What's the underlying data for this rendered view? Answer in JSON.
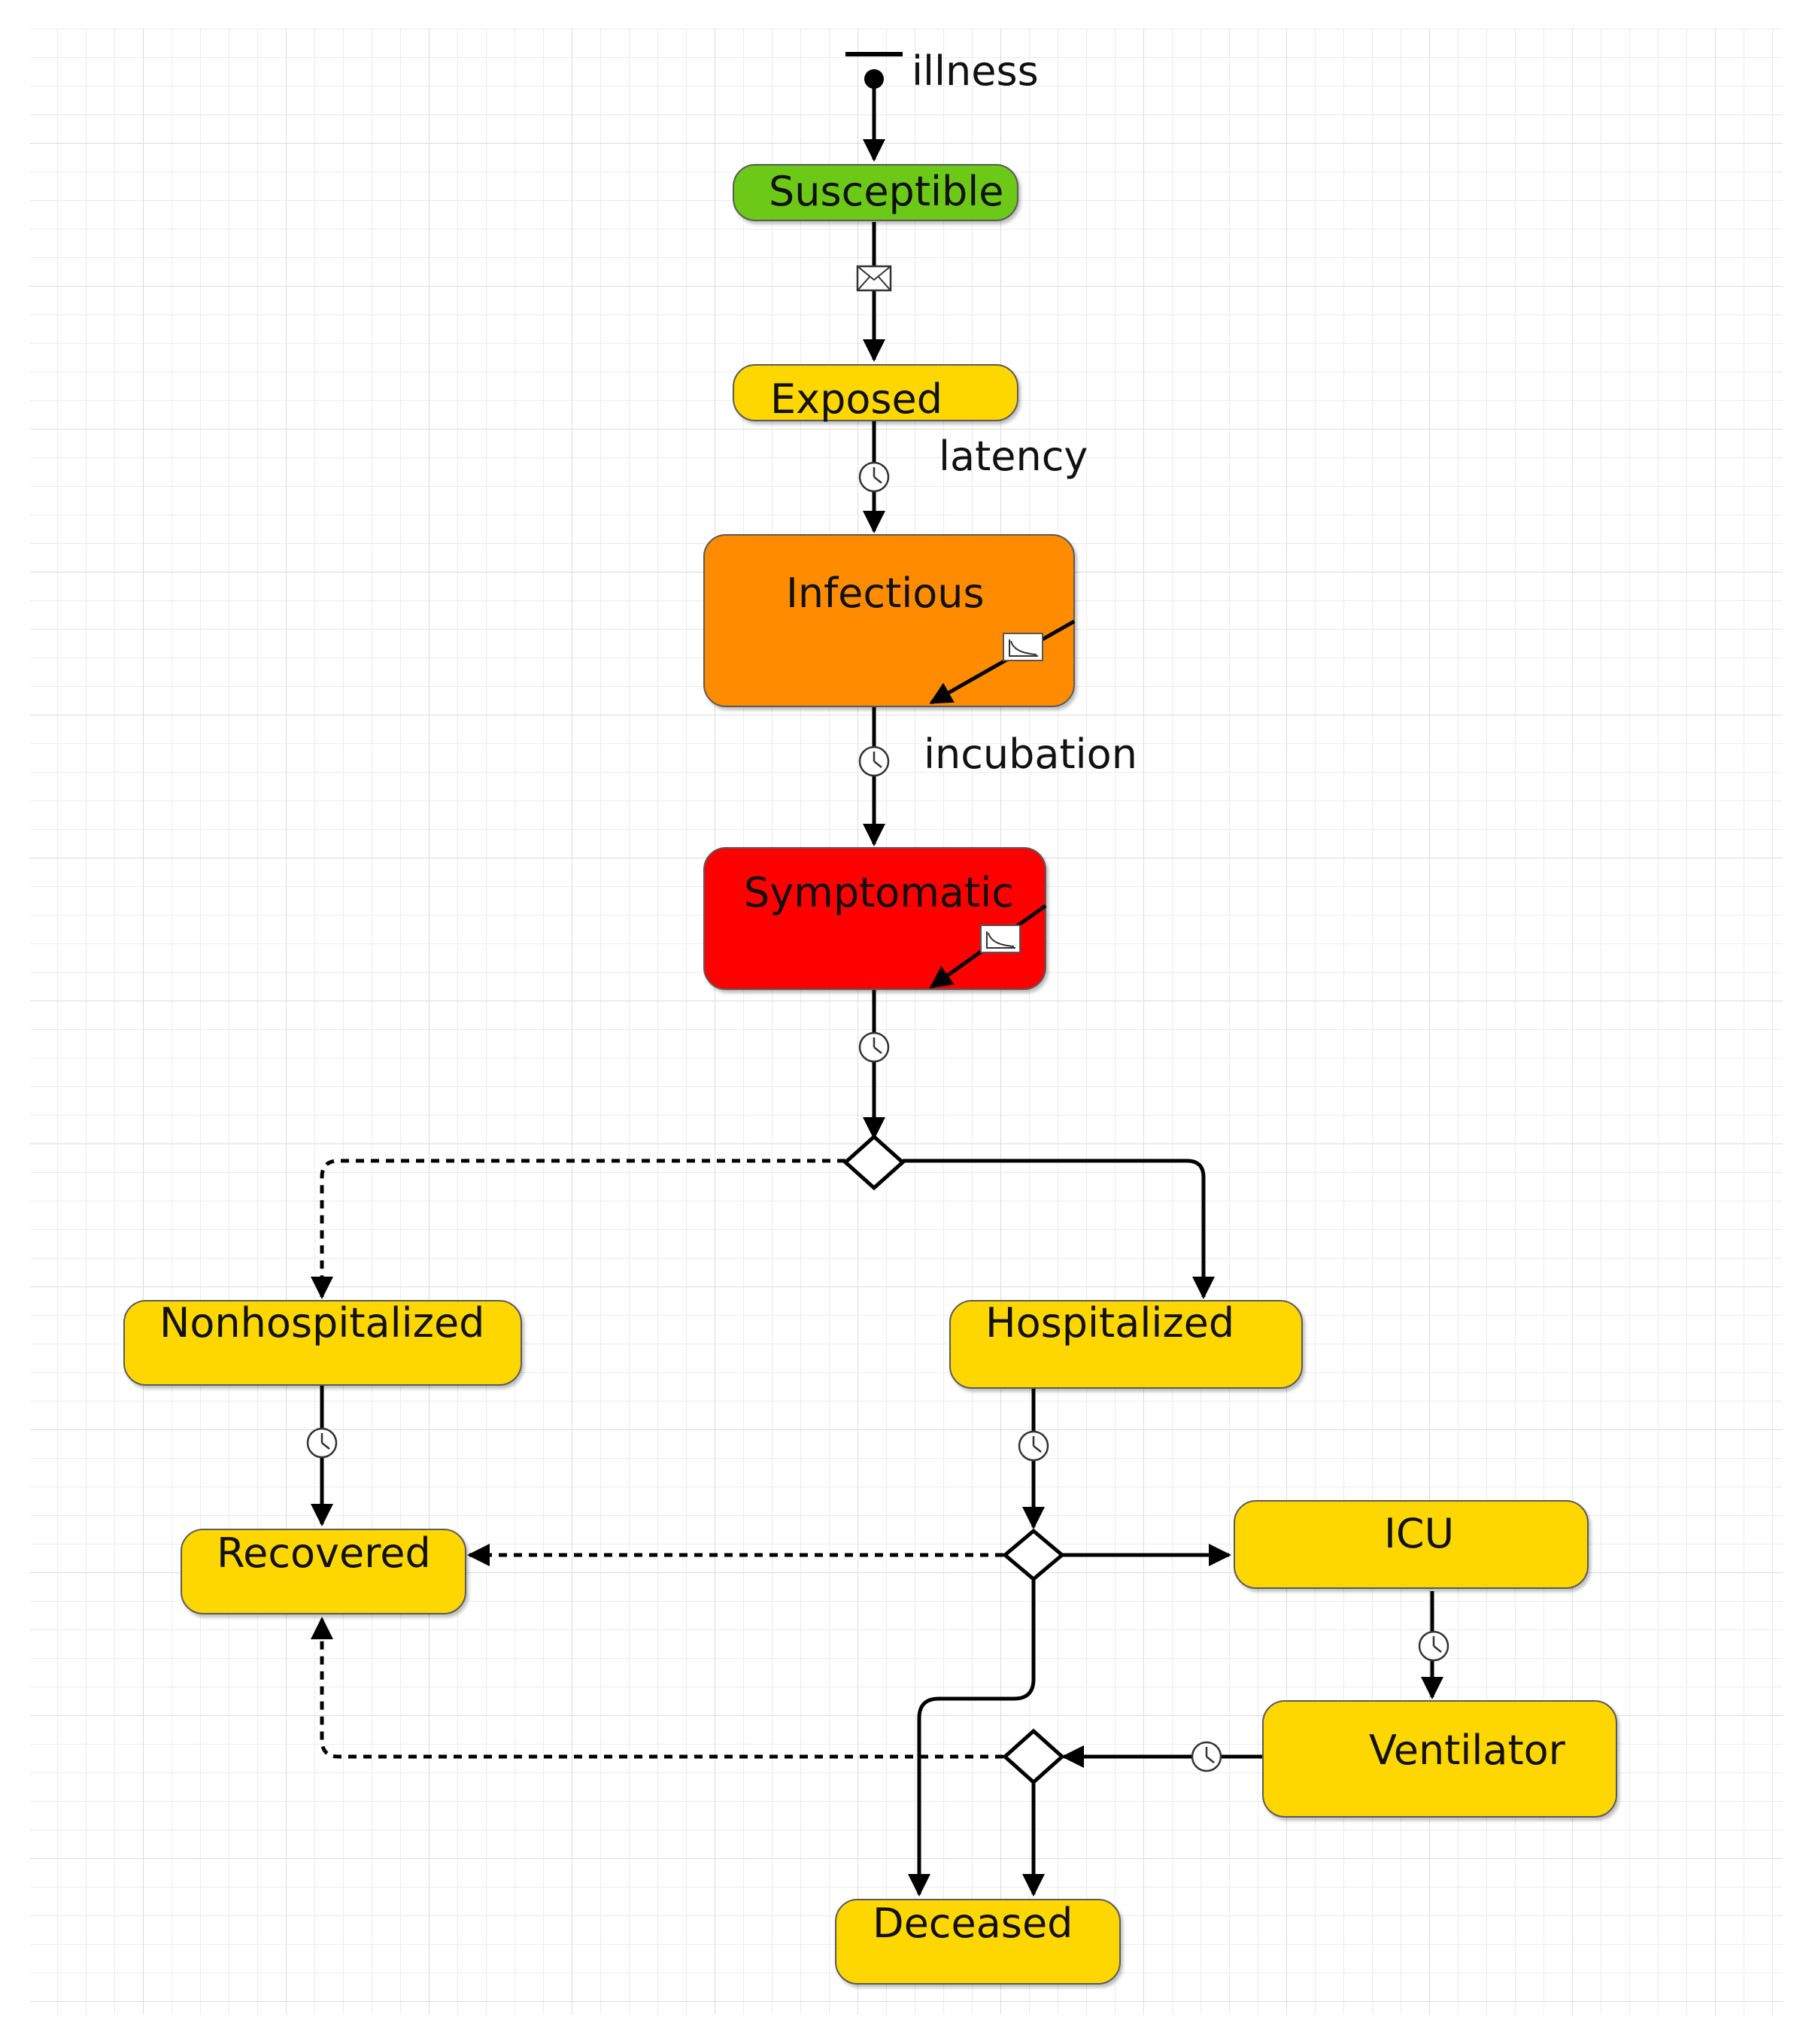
{
  "diagram": {
    "start_label": "illness",
    "states": {
      "susceptible": "Susceptible",
      "exposed": "Exposed",
      "infectious": "Infectious",
      "symptomatic": "Symptomatic",
      "nonhospitalized": "Nonhospitalized",
      "hospitalized": "Hospitalized",
      "recovered": "Recovered",
      "icu": "ICU",
      "ventilator": "Ventilator",
      "deceased": "Deceased"
    },
    "transitions": {
      "latency": "latency",
      "incubation": "incubation"
    },
    "colors": {
      "susceptible": "#6cc917",
      "default_state": "#ffd700",
      "infectious": "#ff8c00",
      "symptomatic": "#ff0000",
      "grid": "#e3e3e3"
    },
    "icons": {
      "message_trigger": "envelope-icon",
      "timeout_trigger": "clock-icon",
      "internal_transition": "rate-curve-icon",
      "branch": "diamond-branch"
    }
  }
}
